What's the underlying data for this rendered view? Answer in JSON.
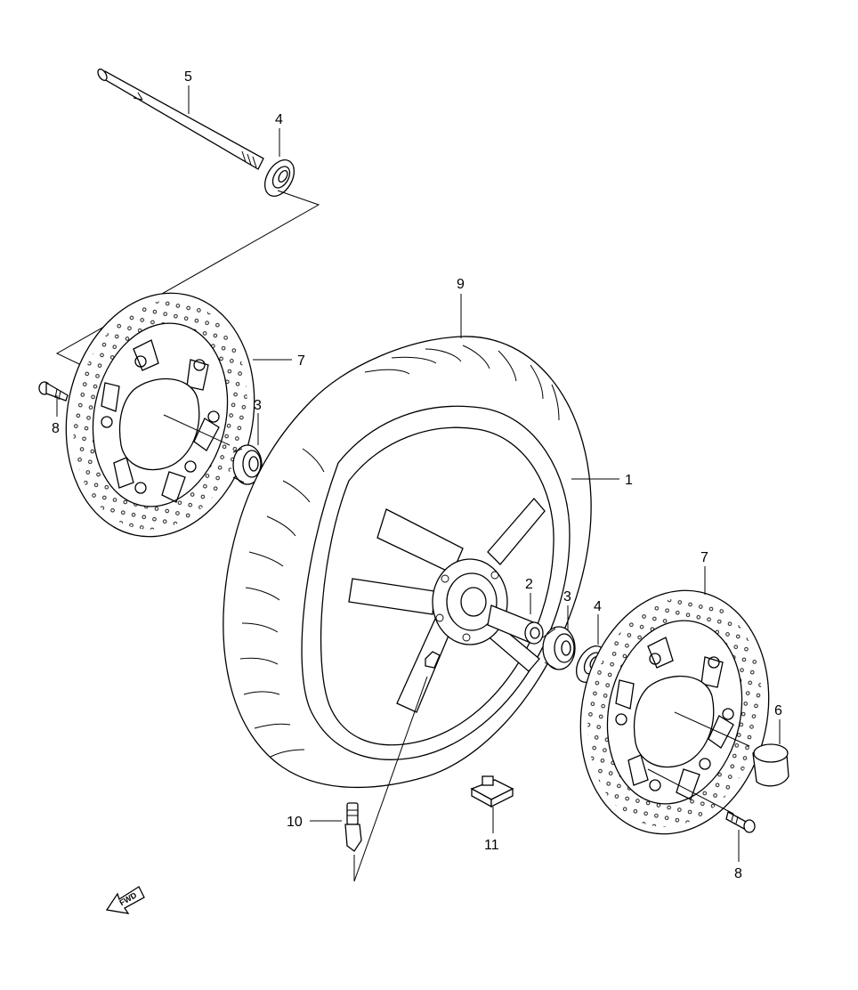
{
  "callouts": {
    "c1": "1",
    "c2": "2",
    "c3a": "3",
    "c3b": "3",
    "c4a": "4",
    "c4b": "4",
    "c5": "5",
    "c6": "6",
    "c7a": "7",
    "c7b": "7",
    "c8a": "8",
    "c8b": "8",
    "c9": "9",
    "c10": "10",
    "c11": "11"
  },
  "fwd_label": "FWD"
}
